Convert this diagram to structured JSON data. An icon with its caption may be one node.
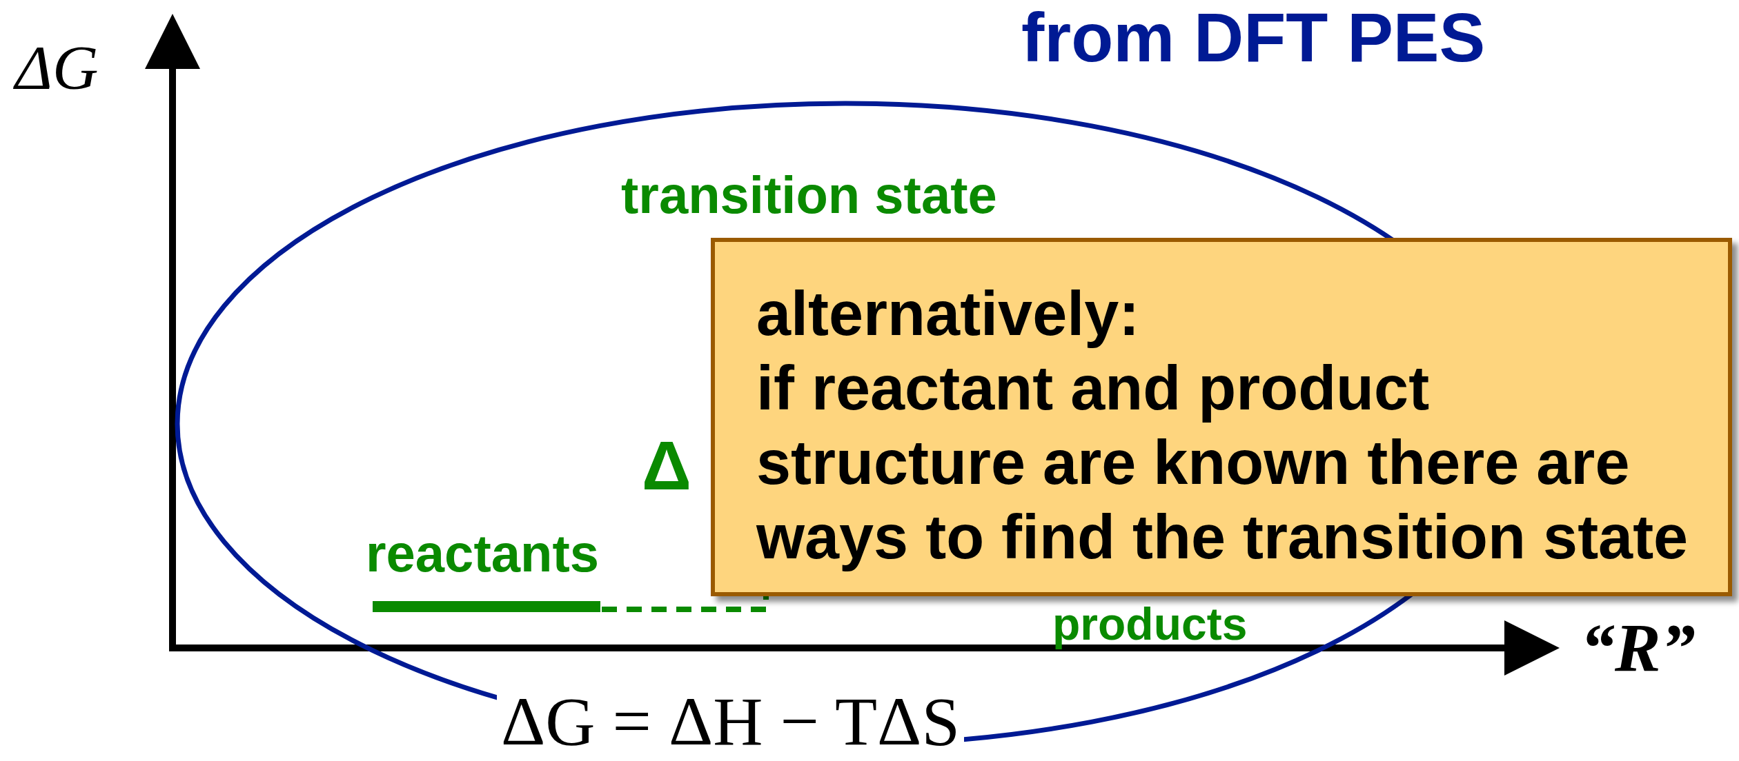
{
  "diagram": {
    "nodes": [
      {
        "text": [
          "alternatively:",
          "if reactant and product structure are known there are ways to find the transition state"
        ]
      }
    ],
    "labels": [
      "from DFT PES",
      "ΔG",
      "transition state",
      "Δ",
      "reactants",
      "products",
      "“R”",
      "ΔG = ΔH − TΔS"
    ]
  }
}
